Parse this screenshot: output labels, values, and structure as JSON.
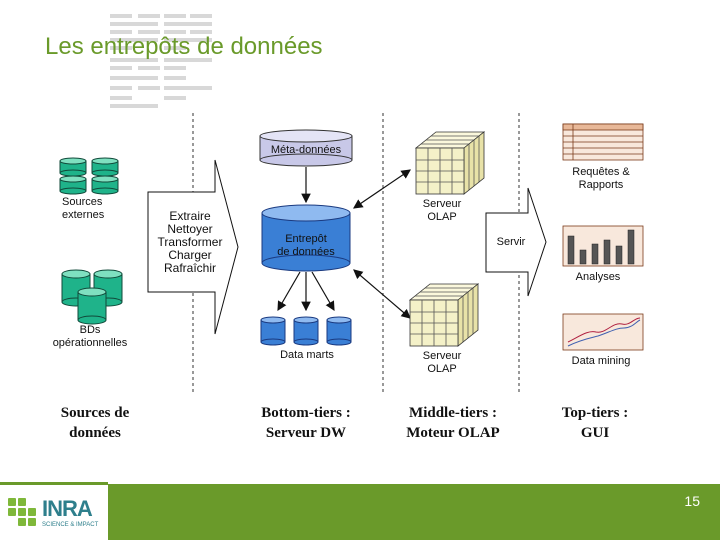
{
  "title": "Les entrepôts de données",
  "diagram": {
    "sources_externes": "Sources\nexternes",
    "bds_operationnelles": "BDs\nopérationnelles",
    "etl_steps": [
      "Extraire",
      "Nettoyer",
      "Transformer",
      "Charger",
      "Rafraîchir"
    ],
    "meta_donnees": "Méta-données",
    "entrepot": [
      "Entrepôt",
      "de données"
    ],
    "data_marts": "Data marts",
    "serveur_olap_top": [
      "Serveur",
      "OLAP"
    ],
    "serveur_olap_bottom": [
      "Serveur",
      "OLAP"
    ],
    "servir": "Servir",
    "requetes": [
      "Requêtes &",
      "Rapports"
    ],
    "analyses": "Analyses",
    "data_mining": "Data mining"
  },
  "tiers": {
    "sources": [
      "Sources de",
      "données"
    ],
    "bottom": [
      "Bottom-tiers :",
      "Serveur DW"
    ],
    "middle": [
      "Middle-tiers :",
      "Moteur OLAP"
    ],
    "top": [
      "Top-tiers :",
      "GUI"
    ]
  },
  "footer": {
    "page_number": "15",
    "logo": "INRA",
    "logo_sub": "SCIENCE & IMPACT"
  },
  "colors": {
    "accent_green": "#6a9a2a",
    "source_cyl": "#1fb38a",
    "warehouse_cyl": "#3a7fd5",
    "meta_cyl": "#c8c8e8",
    "olap_cube": "#f4f1c8"
  }
}
